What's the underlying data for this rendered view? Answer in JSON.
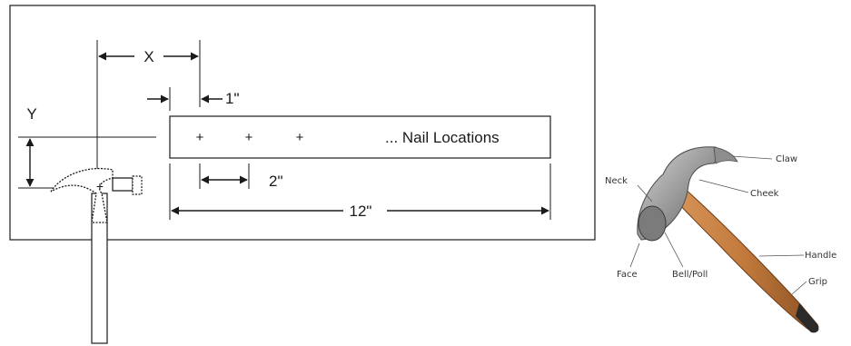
{
  "diagram": {
    "dim_x": "X",
    "dim_y": "Y",
    "offset_label": "1\"",
    "spacing_label": "2\"",
    "length_label": "12\"",
    "nail_label": "... Nail Locations",
    "nail_mark": "+",
    "head_center_mark": "+"
  },
  "hammer_parts": {
    "claw": "Claw",
    "cheek": "Cheek",
    "neck": "Neck",
    "handle": "Handle",
    "grip": "Grip",
    "face": "Face",
    "bell": "Bell/Poll"
  },
  "colors": {
    "line": "#1a1a1a",
    "steel_light": "#c9c9c9",
    "steel_dark": "#6e6e6e",
    "wood": "#c27a3c",
    "wood_dark": "#8a4f22",
    "grip": "#2a2a2a"
  }
}
